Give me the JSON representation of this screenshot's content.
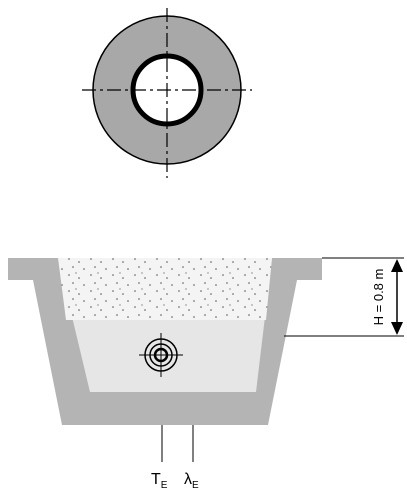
{
  "labels": {
    "height": "H = 0.8 m",
    "temperature_symbol": "T",
    "temperature_subscript": "E",
    "conductivity_symbol": "λ",
    "conductivity_subscript": "E"
  },
  "colors": {
    "insulation": "#a8a8a8",
    "trench_wall": "#b4b4b4",
    "backfill": "#e6e6e6",
    "topsoil": "#f4f4f4",
    "outline": "#000000"
  }
}
